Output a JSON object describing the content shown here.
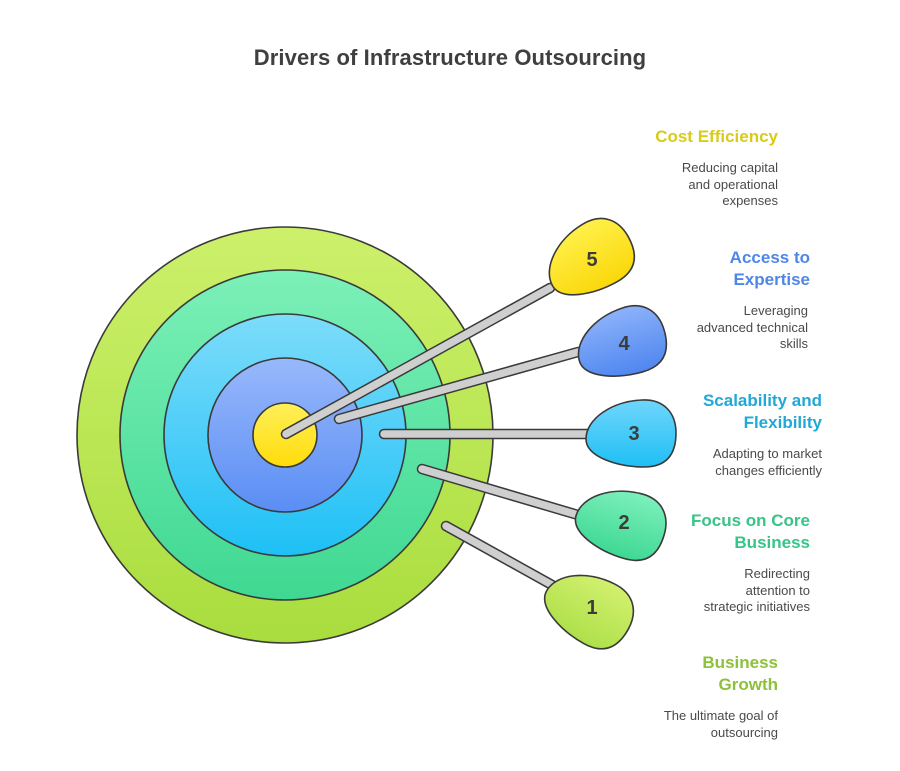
{
  "title": "Drivers of Infrastructure Outsourcing",
  "target": {
    "rings": [
      {
        "name": "outer",
        "color_top": "#cdf06b",
        "color_bottom": "#a9dd3e"
      },
      {
        "name": "ring-2",
        "color_top": "#7cf0b8",
        "color_bottom": "#3fd892"
      },
      {
        "name": "ring-3",
        "color_top": "#7ddcfa",
        "color_bottom": "#1ec0f5"
      },
      {
        "name": "ring-4",
        "color_top": "#98b8fb",
        "color_bottom": "#5a8ef4"
      },
      {
        "name": "bullseye",
        "color_top": "#fff05a",
        "color_bottom": "#ffdc0a"
      }
    ]
  },
  "drivers": [
    {
      "number": "5",
      "heading": "Cost Efficiency",
      "heading_lines": [
        "Cost Efficiency"
      ],
      "description_lines": [
        "Reducing capital",
        "and operational",
        "expenses"
      ],
      "color": "#d9cc16",
      "flag_color_top": "#fff04a",
      "flag_color_bottom": "#fad80a"
    },
    {
      "number": "4",
      "heading": "Access to Expertise",
      "heading_lines": [
        "Access to",
        "Expertise"
      ],
      "description_lines": [
        "Leveraging",
        "advanced technical",
        "skills"
      ],
      "color": "#4f86e8",
      "flag_color_top": "#8cb2fa",
      "flag_color_bottom": "#4f86f0"
    },
    {
      "number": "3",
      "heading": "Scalability and Flexibility",
      "heading_lines": [
        "Scalability and",
        "Flexibility"
      ],
      "description_lines": [
        "Adapting to market",
        "changes efficiently"
      ],
      "color": "#22a8d6",
      "flag_color_top": "#6fd6fb",
      "flag_color_bottom": "#1fbff5"
    },
    {
      "number": "2",
      "heading": "Focus on Core Business",
      "heading_lines": [
        "Focus on Core",
        "Business"
      ],
      "description_lines": [
        "Redirecting",
        "attention to",
        "strategic initiatives"
      ],
      "color": "#36c488",
      "flag_color_top": "#7cf0bb",
      "flag_color_bottom": "#3ed893"
    },
    {
      "number": "1",
      "heading": "Business Growth",
      "heading_lines": [
        "Business",
        "Growth"
      ],
      "description_lines": [
        "The ultimate goal of",
        "outsourcing"
      ],
      "color": "#8cc23a",
      "flag_color_top": "#d2f06e",
      "flag_color_bottom": "#aee04a"
    }
  ]
}
